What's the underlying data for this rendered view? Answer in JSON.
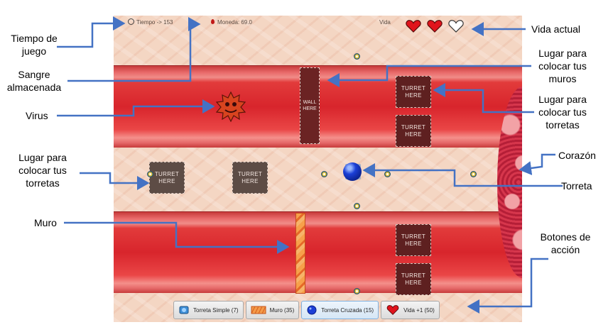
{
  "hud": {
    "time_text": "Tiempo -> 153",
    "coin_text": "Moneda: 69.0",
    "life_label": "Vida",
    "hearts_full": 2,
    "hearts_total": 3,
    "time_icon": "clock-icon",
    "coin_icon": "blood-drop-icon"
  },
  "slots": {
    "turret_line1": "TURRET",
    "turret_line2": "HERE",
    "wall_line1": "WALL",
    "wall_line2": "HERE"
  },
  "actions": [
    {
      "label": "Torreta Simple (7)",
      "icon": "turret-simple-icon"
    },
    {
      "label": "Muro (35)",
      "icon": "wall-icon"
    },
    {
      "label": "Torreta Cruzada (15)",
      "icon": "turret-cross-icon"
    },
    {
      "label": "Vida +1 (50)",
      "icon": "heart-icon"
    }
  ],
  "annotations": {
    "tiempo": "Tiempo de juego",
    "sangre": "Sangre almacenada",
    "virus": "Virus",
    "torretas_izq": "Lugar para colocar tus torretas",
    "muro": "Muro",
    "vida": "Vida actual",
    "muros": "Lugar para colocar tus muros",
    "torretas_der": "Lugar para colocar tus torretas",
    "corazon": "Corazón",
    "torreta": "Torreta",
    "botones": "Botones de acción"
  },
  "colors": {
    "arrow": "#4472c4",
    "vessel": "#d8252c",
    "slot_dark": "#5e2020",
    "slot_gray": "#5d4c45"
  }
}
